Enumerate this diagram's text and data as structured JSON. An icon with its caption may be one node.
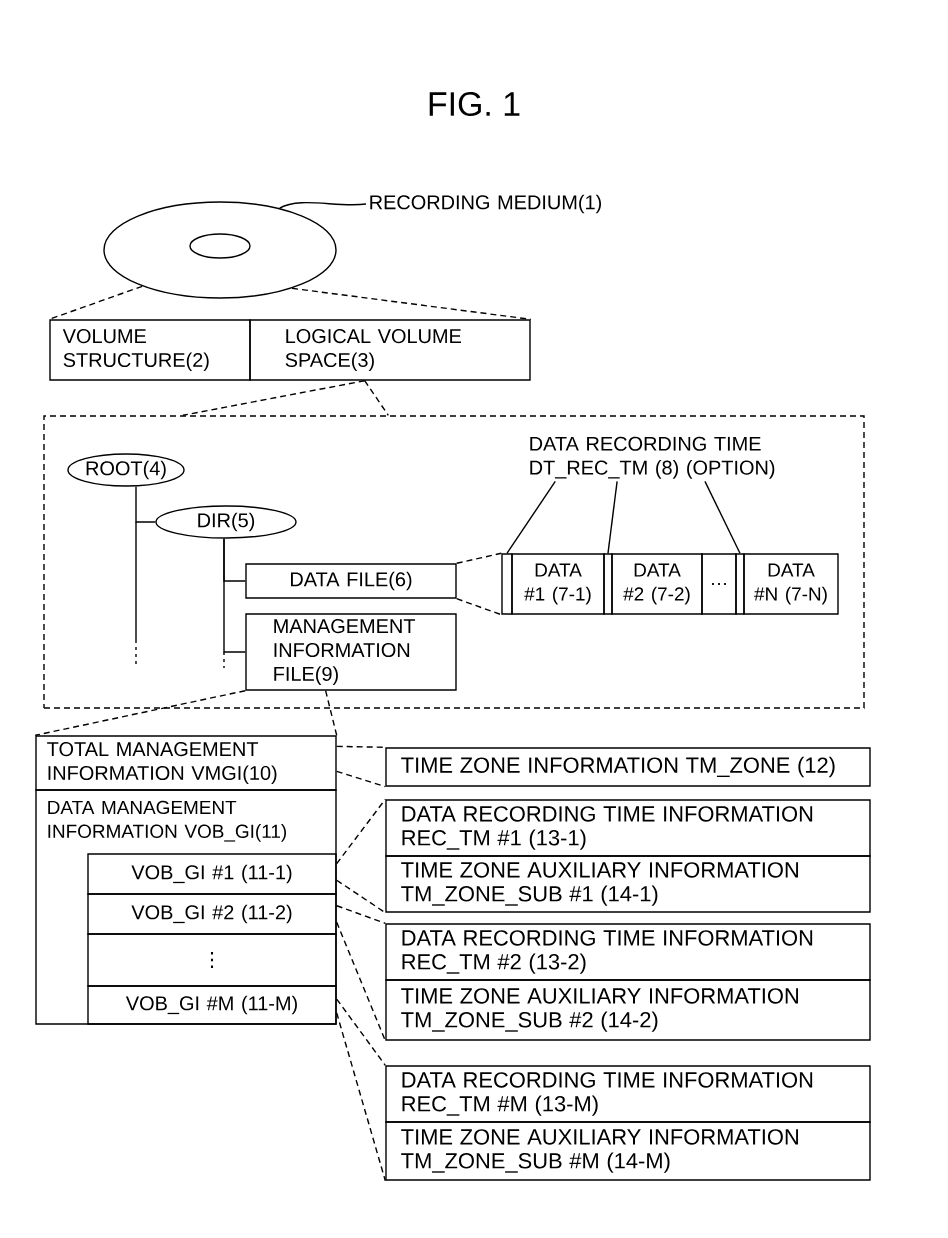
{
  "diagram": {
    "title": "FIG. 1",
    "nodes": [
      {
        "text": [
          "RECORDING MEDIUM(1)"
        ]
      },
      {
        "text": [],
        "shape": "disc"
      },
      {
        "text": [
          "VOLUME STRUCTURE(2)"
        ]
      },
      {
        "text": [
          "LOGICAL VOLUME SPACE(3)"
        ]
      },
      {
        "text": [],
        "shape": "box"
      },
      {
        "text": [
          "ROOT(4)"
        ],
        "in": 4
      },
      {
        "text": [
          "DIR(5)"
        ],
        "in": 4
      },
      {
        "text": [
          "DATA FILE(6)"
        ],
        "in": 4
      },
      {
        "text": [
          "MANAGEMENT INFORMATION FILE(9)"
        ],
        "in": 4
      },
      {
        "text": [
          "DATA #1 (7-1)"
        ],
        "in": 4
      },
      {
        "text": [
          "DATA #2 (7-2)"
        ],
        "in": 4
      },
      {
        "text": [
          "…"
        ],
        "in": 4
      },
      {
        "text": [
          "DATA #N (7-N)"
        ],
        "in": 4
      },
      {
        "text": [
          "DATA RECORDING TIME DT_REC_TM (8) (OPTION)"
        ],
        "in": 4
      },
      {
        "text": [],
        "shape": "bar",
        "in": 4
      },
      {
        "text": [],
        "shape": "bar",
        "in": 4
      },
      {
        "text": [],
        "shape": "bar",
        "in": 4
      },
      {
        "text": [
          "TOTAL MANAGEMENT INFORMATION VMGI(10)"
        ]
      },
      {
        "text": [
          "DATA MANAGEMENT INFORMATION VOB_GI(11)"
        ]
      },
      {
        "text": [
          "VOB_GI #1 (11-1)"
        ],
        "in": 18
      },
      {
        "text": [
          "VOB_GI #2 (11-2)"
        ],
        "in": 18
      },
      {
        "text": [
          "⋮"
        ],
        "in": 18
      },
      {
        "text": [
          "VOB_GI #M (11-M)"
        ],
        "in": 18
      },
      {
        "text": [
          "TIME ZONE INFORMATION TM_ZONE (12)"
        ]
      },
      {
        "text": [
          "DATA RECORDING TIME INFORMATION REC_TM #1 (13-1)"
        ]
      },
      {
        "text": [
          "TIME ZONE AUXILIARY INFORMATION TM_ZONE_SUB #1 (14-1)"
        ]
      },
      {
        "text": [
          "DATA RECORDING TIME INFORMATION REC_TM #2 (13-2)"
        ]
      },
      {
        "text": [
          "TIME ZONE AUXILIARY INFORMATION TM_ZONE_SUB #2 (14-2)"
        ]
      },
      {
        "text": [
          "DATA RECORDING TIME INFORMATION REC_TM #M (13-M)"
        ]
      },
      {
        "text": [
          "TIME ZONE AUXILIARY INFORMATION TM_ZONE_SUB #M (14-M)"
        ]
      }
    ],
    "edges": [
      {
        "from": 0,
        "to": 1,
        "arrow": "none"
      },
      {
        "from": 1,
        "to": 2,
        "arrow": "none",
        "style": "dashed"
      },
      {
        "from": 1,
        "to": 3,
        "arrow": "none",
        "style": "dashed"
      },
      {
        "from": 3,
        "to": 4,
        "arrow": "none",
        "style": "dashed"
      },
      {
        "from": 3,
        "to": 4,
        "arrow": "none",
        "style": "dashed"
      },
      {
        "from": 5,
        "to": 6,
        "arrow": "none"
      },
      {
        "from": 6,
        "to": 7,
        "arrow": "none"
      },
      {
        "from": 6,
        "to": 8,
        "arrow": "none"
      },
      {
        "from": 7,
        "to": 14,
        "arrow": "none",
        "style": "dashed"
      },
      {
        "from": 7,
        "to": 14,
        "arrow": "none",
        "style": "dashed"
      },
      {
        "from": 13,
        "to": 14,
        "arrow": "none"
      },
      {
        "from": 13,
        "to": 15,
        "arrow": "none"
      },
      {
        "from": 13,
        "to": 16,
        "arrow": "none"
      },
      {
        "from": 8,
        "to": 17,
        "arrow": "none",
        "style": "dashed"
      },
      {
        "from": 8,
        "to": 17,
        "arrow": "none",
        "style": "dashed"
      },
      {
        "from": 17,
        "to": 23,
        "arrow": "none",
        "style": "dashed"
      },
      {
        "from": 17,
        "to": 23,
        "arrow": "none",
        "style": "dashed"
      },
      {
        "from": 19,
        "to": 24,
        "arrow": "none",
        "style": "dashed"
      },
      {
        "from": 19,
        "to": 25,
        "arrow": "none",
        "style": "dashed"
      },
      {
        "from": 20,
        "to": 26,
        "arrow": "none",
        "style": "dashed"
      },
      {
        "from": 20,
        "to": 27,
        "arrow": "none",
        "style": "dashed"
      },
      {
        "from": 22,
        "to": 28,
        "arrow": "none",
        "style": "dashed"
      },
      {
        "from": 22,
        "to": 29,
        "arrow": "none",
        "style": "dashed"
      }
    ]
  }
}
